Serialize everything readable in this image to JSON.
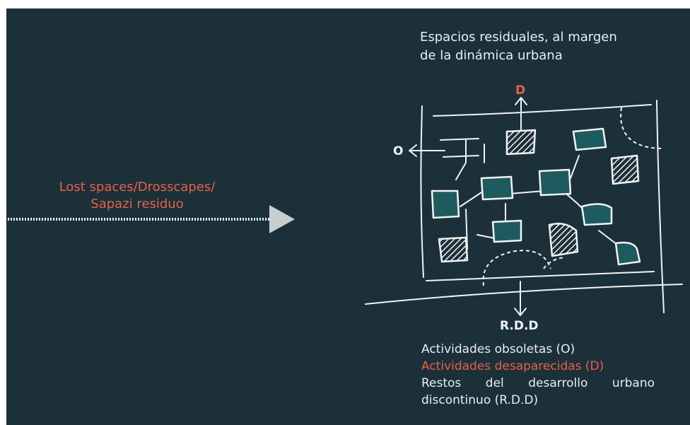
{
  "left_label": {
    "line1": "Lost spaces/Drosscapes/",
    "line2": "Sapazi residuo"
  },
  "top_caption": {
    "line1": "Espacios residuales, al margen",
    "line2": "de la dinámica urbana"
  },
  "arrow_labels": {
    "top": "D",
    "left": "O",
    "bottom": "R.D.D"
  },
  "legend": {
    "obsoletas": "Actividades obsoletas (O)",
    "desaparecidas": "Actividades desaparecidas (D)",
    "rdd_line1": "Restos del desarrollo urbano",
    "rdd_line2": "discontinuo (R.D.D)"
  },
  "colors": {
    "background": "#1b3038",
    "accent": "#e8604a",
    "teal_block": "#1e5b5e",
    "chalk": "#f2f4f4"
  }
}
